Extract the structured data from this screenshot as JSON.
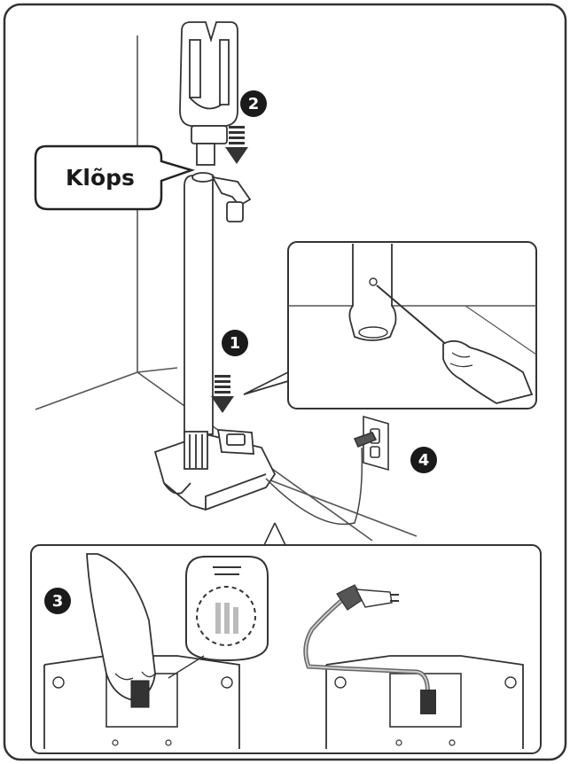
{
  "callout": {
    "label": "Klõps"
  },
  "steps": {
    "step1": "1",
    "step2": "2",
    "step3": "3",
    "step4": "4"
  },
  "colors": {
    "line": "#333333",
    "badge": "#1a1a1a",
    "panel_bg": "#ffffff",
    "shade": "#d9d9d9"
  }
}
